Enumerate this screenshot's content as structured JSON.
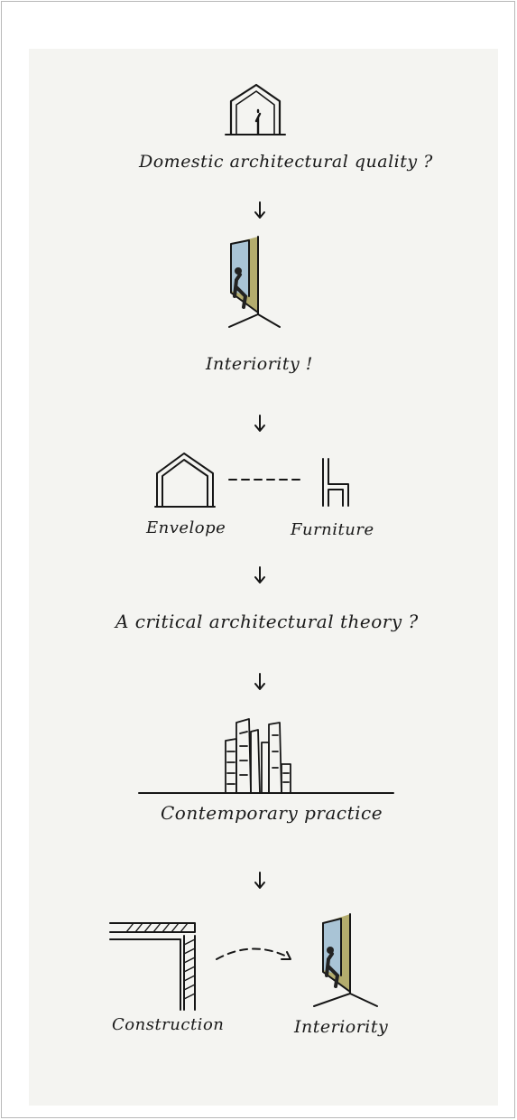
{
  "diagram": {
    "labels": {
      "domestic_quality": "Domestic architectural quality ?",
      "interiority_1": "Interiority !",
      "envelope": "Envelope",
      "furniture": "Furniture",
      "critical_theory": "A critical architectural theory ?",
      "contemporary_practice": "Contemporary practice",
      "construction": "Construction",
      "interiority_2": "Interiority"
    },
    "icons": {
      "house": "house-with-figure-icon",
      "window_seat": "window-seat-icon",
      "envelope": "house-outline-icon",
      "chair": "chair-icon",
      "skyline": "skyline-icon",
      "wall_section": "wall-section-icon"
    },
    "colors": {
      "ink": "#161616",
      "olive": "#b3ac6d",
      "sky": "#a9c4d6",
      "paper": "#f4f4f1"
    }
  }
}
